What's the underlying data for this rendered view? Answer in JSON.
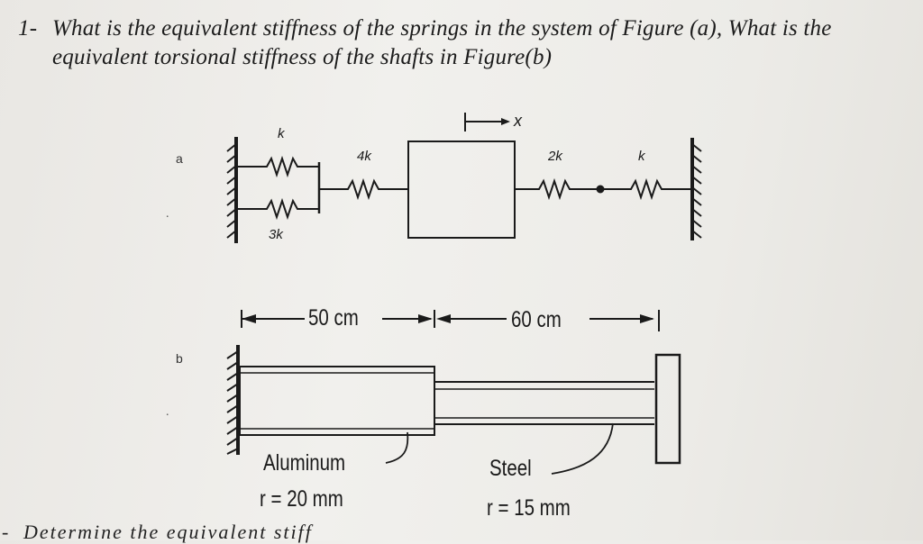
{
  "question": {
    "number": "1-",
    "line1": "What is the equivalent stiffness of the springs in the system of Figure (a), What is the",
    "line2": "equivalent torsional stiffness of the shafts in Figure(b)"
  },
  "figure_a": {
    "letter": "a",
    "springs": {
      "top_left": "k",
      "bottom_left": "3k",
      "middle": "4k",
      "right_1": "2k",
      "right_2": "k"
    },
    "displacement": "x"
  },
  "figure_b": {
    "letter": "b",
    "dim_left": "50 cm",
    "dim_right": "60 cm",
    "aluminum": {
      "material": "Aluminum",
      "radius": "r = 20 mm"
    },
    "steel": {
      "material": "Steel",
      "radius": "r = 15 mm"
    }
  },
  "next_question_fragment": "Determine the equivalent stiff"
}
